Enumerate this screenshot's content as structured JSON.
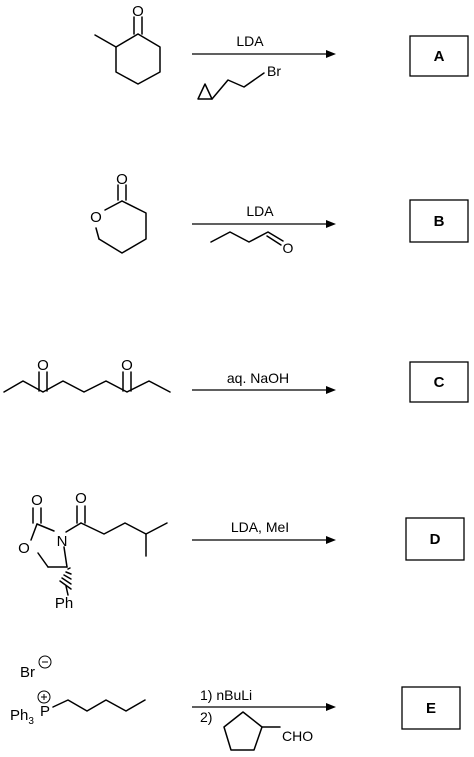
{
  "reactions": [
    {
      "id": "A",
      "reagent_line1": "LDA",
      "reagent_br": "Br",
      "sm_atom_o": "O",
      "product_label": "A"
    },
    {
      "id": "B",
      "reagent_line1": "LDA",
      "reagent_o": "O",
      "sm_atom_o_carbonyl": "O",
      "sm_atom_o_ring": "O",
      "product_label": "B"
    },
    {
      "id": "C",
      "reagent_line1": "aq. NaOH",
      "sm_atom_o1": "O",
      "sm_atom_o2": "O",
      "product_label": "C"
    },
    {
      "id": "D",
      "reagent_line1": "LDA, MeI",
      "sm_atom_o_top1": "O",
      "sm_atom_o_top2": "O",
      "sm_atom_o_ring": "O",
      "sm_atom_n": "N",
      "sm_ph": "Ph",
      "product_label": "D"
    },
    {
      "id": "E",
      "sm_br": "Br",
      "sm_p": "P",
      "sm_ph3": "Ph",
      "sm_ph3_sub": "3",
      "reagent_line1": "1) nBuLi",
      "reagent_line2": "2)",
      "reagent_cho": "CHO",
      "product_label": "E"
    }
  ]
}
